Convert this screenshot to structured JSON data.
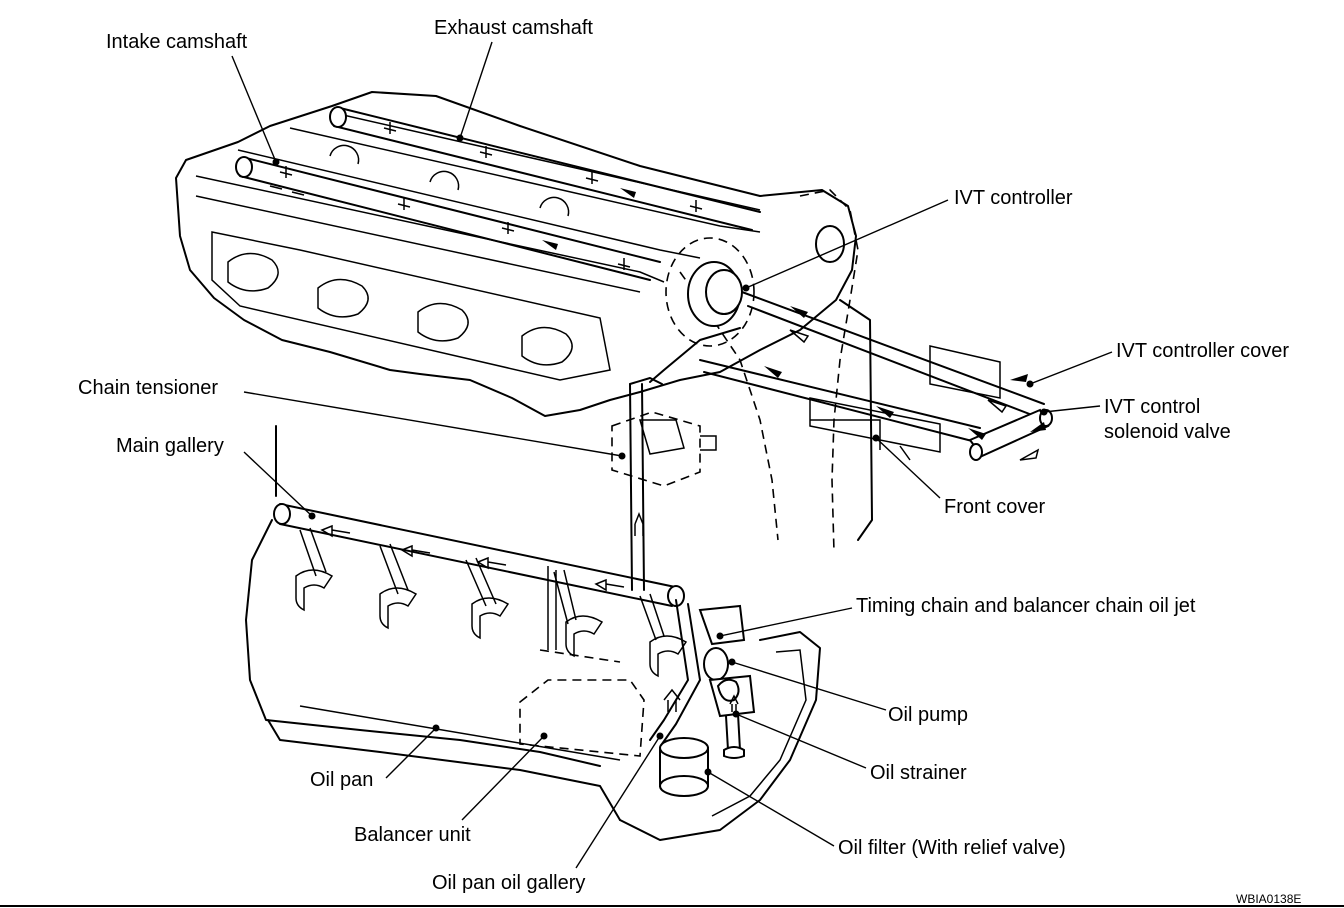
{
  "labels": {
    "intake_camshaft": "Intake camshaft",
    "exhaust_camshaft": "Exhaust camshaft",
    "ivt_controller": "IVT controller",
    "ivt_controller_cover": "IVT controller cover",
    "ivt_solenoid_line1": "IVT control",
    "ivt_solenoid_line2": "solenoid valve",
    "chain_tensioner": "Chain tensioner",
    "main_gallery": "Main gallery",
    "front_cover": "Front cover",
    "timing_chain_oil_jet": "Timing chain and balancer chain oil jet",
    "oil_pump": "Oil pump",
    "oil_strainer": "Oil strainer",
    "oil_pan": "Oil pan",
    "balancer_unit": "Balancer unit",
    "oil_filter": "Oil filter (With relief valve)",
    "oil_pan_oil_gallery": "Oil pan oil gallery"
  },
  "figure_code": "WBIA0138E"
}
